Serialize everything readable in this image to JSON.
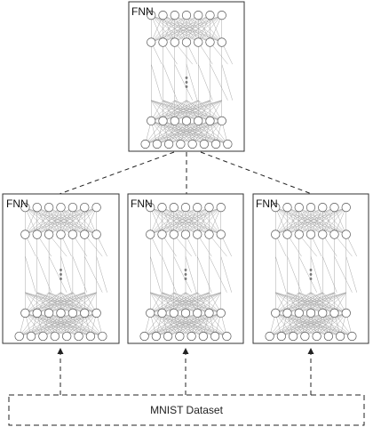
{
  "top_model": {
    "label": "FNN"
  },
  "models": [
    {
      "label": "FNN"
    },
    {
      "label": "FNN"
    },
    {
      "label": "FNN"
    }
  ],
  "dataset": {
    "label": "MNIST Dataset"
  },
  "network": {
    "input_neurons": 8,
    "hidden_neurons": 7,
    "ellipsis": "⋮"
  },
  "colors": {
    "frame": "#333333",
    "neuron": "#555555",
    "connection": "#a8a8a8",
    "arrow": "#222222"
  }
}
